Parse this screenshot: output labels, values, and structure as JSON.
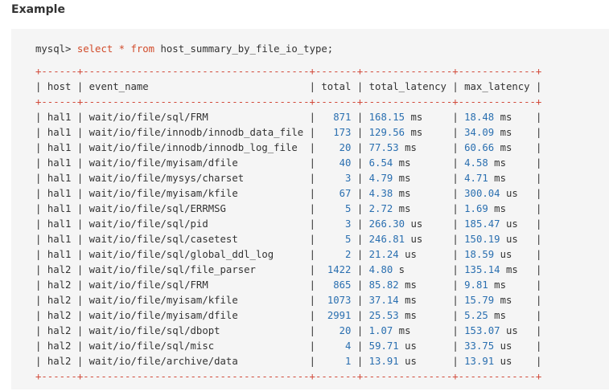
{
  "heading": "Example",
  "query": {
    "prompt": "mysql>",
    "kw_select": "select",
    "star": "*",
    "kw_from": "from",
    "rest": "host_summary_by_file_io_type;"
  },
  "columns": [
    "host",
    "event_name",
    "total",
    "total_latency",
    "max_latency"
  ],
  "rows": [
    [
      "hal1",
      "wait/io/file/sql/FRM",
      "871",
      "168.15 ms",
      "18.48 ms"
    ],
    [
      "hal1",
      "wait/io/file/innodb/innodb_data_file",
      "173",
      "129.56 ms",
      "34.09 ms"
    ],
    [
      "hal1",
      "wait/io/file/innodb/innodb_log_file",
      "20",
      "77.53 ms",
      "60.66 ms"
    ],
    [
      "hal1",
      "wait/io/file/myisam/dfile",
      "40",
      "6.54 ms",
      "4.58 ms"
    ],
    [
      "hal1",
      "wait/io/file/mysys/charset",
      "3",
      "4.79 ms",
      "4.71 ms"
    ],
    [
      "hal1",
      "wait/io/file/myisam/kfile",
      "67",
      "4.38 ms",
      "300.04 us"
    ],
    [
      "hal1",
      "wait/io/file/sql/ERRMSG",
      "5",
      "2.72 ms",
      "1.69 ms"
    ],
    [
      "hal1",
      "wait/io/file/sql/pid",
      "3",
      "266.30 us",
      "185.47 us"
    ],
    [
      "hal1",
      "wait/io/file/sql/casetest",
      "5",
      "246.81 us",
      "150.19 us"
    ],
    [
      "hal1",
      "wait/io/file/sql/global_ddl_log",
      "2",
      "21.24 us",
      "18.59 us"
    ],
    [
      "hal2",
      "wait/io/file/sql/file_parser",
      "1422",
      "4.80 s",
      "135.14 ms"
    ],
    [
      "hal2",
      "wait/io/file/sql/FRM",
      "865",
      "85.82 ms",
      "9.81 ms"
    ],
    [
      "hal2",
      "wait/io/file/myisam/kfile",
      "1073",
      "37.14 ms",
      "15.79 ms"
    ],
    [
      "hal2",
      "wait/io/file/myisam/dfile",
      "2991",
      "25.53 ms",
      "5.25 ms"
    ],
    [
      "hal2",
      "wait/io/file/sql/dbopt",
      "20",
      "1.07 ms",
      "153.07 us"
    ],
    [
      "hal2",
      "wait/io/file/sql/misc",
      "4",
      "59.71 us",
      "33.75 us"
    ],
    [
      "hal2",
      "wait/io/file/archive/data",
      "1",
      "13.91 us",
      "13.91 us"
    ]
  ],
  "colors": {
    "keyword": "#d14b2a",
    "border": "#d24a3a",
    "number": "#2a6fb0",
    "text": "#333333",
    "background": "#f5f5f5"
  }
}
